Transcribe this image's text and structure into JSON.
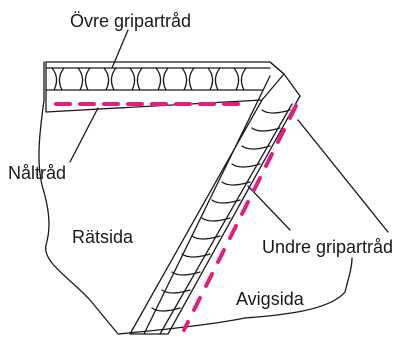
{
  "labels": {
    "upper_looper": "Övre gripartråd",
    "needle_thread": "Nåltråd",
    "right_side": "Rätsida",
    "lower_looper": "Undre gripartråd",
    "wrong_side": "Avigsida"
  },
  "colors": {
    "needle_thread": "#e0207f",
    "line": "#1a1a1a",
    "background": "#ffffff"
  }
}
